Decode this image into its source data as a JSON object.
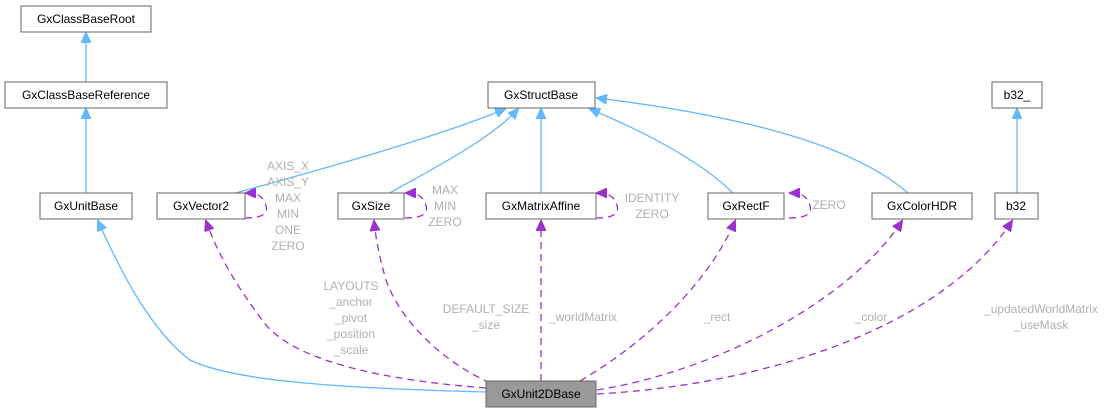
{
  "colors": {
    "inheritance": "#63b8ff",
    "usage": "#9a32cd",
    "label": "#b0b0b0",
    "focus_fill": "#999999",
    "node_border": "#666666"
  },
  "nodes": {
    "root": "GxClassBaseRoot",
    "reference": "GxClassBaseReference",
    "unitbase": "GxUnitBase",
    "vector2": "GxVector2",
    "size": "GxSize",
    "structbase": "GxStructBase",
    "matrix": "GxMatrixAffine",
    "rectf": "GxRectF",
    "colorhdr": "GxColorHDR",
    "b32_": "b32_",
    "b32": "b32",
    "unit2d": "GxUnit2DBase"
  },
  "labels": {
    "vector2_self": [
      "AXIS_X",
      "AXIS_Y",
      "MAX",
      "MIN",
      "ONE",
      "ZERO"
    ],
    "size_self": [
      "MAX",
      "MIN",
      "ZERO"
    ],
    "matrix_self": [
      "IDENTITY",
      "ZERO"
    ],
    "rectf_self": [
      "ZERO"
    ],
    "vector2_use": [
      "LAYOUTS",
      "_anchor",
      "_pivot",
      "_position",
      "_scale"
    ],
    "size_use": [
      "DEFAULT_SIZE",
      "_size"
    ],
    "matrix_use": [
      "_worldMatrix"
    ],
    "rectf_use": [
      "_rect"
    ],
    "color_use": [
      "_color"
    ],
    "b32_use": [
      "_updatedWorldMatrix",
      "_useMask"
    ]
  }
}
